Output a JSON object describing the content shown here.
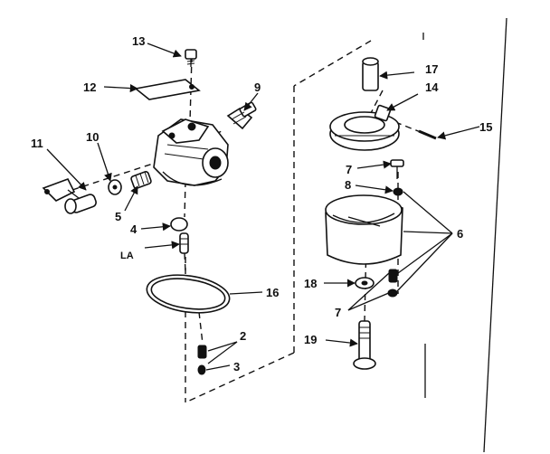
{
  "parts": [
    {
      "id": "p13",
      "label": "13"
    },
    {
      "id": "p12",
      "label": "12"
    },
    {
      "id": "p9",
      "label": "9"
    },
    {
      "id": "p11",
      "label": "11"
    },
    {
      "id": "p10",
      "label": "10"
    },
    {
      "id": "p5",
      "label": "5"
    },
    {
      "id": "p4",
      "label": "4"
    },
    {
      "id": "pla",
      "label": "LA"
    },
    {
      "id": "p16",
      "label": "16"
    },
    {
      "id": "p2",
      "label": "2"
    },
    {
      "id": "p3",
      "label": "3"
    },
    {
      "id": "p17",
      "label": "17"
    },
    {
      "id": "p14",
      "label": "14"
    },
    {
      "id": "p15",
      "label": "15"
    },
    {
      "id": "p7a",
      "label": "7"
    },
    {
      "id": "p8",
      "label": "8"
    },
    {
      "id": "p6",
      "label": "6"
    },
    {
      "id": "p18",
      "label": "18"
    },
    {
      "id": "p7b",
      "label": "7"
    },
    {
      "id": "p19",
      "label": "19"
    }
  ]
}
